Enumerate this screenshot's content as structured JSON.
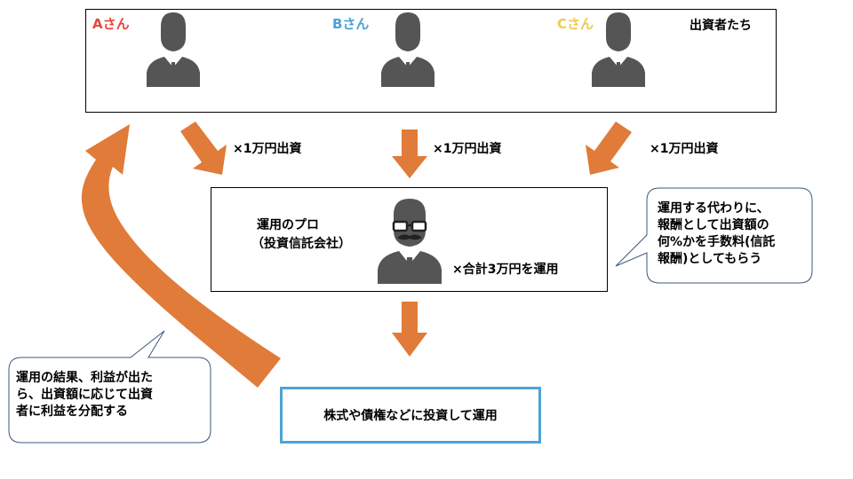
{
  "investors": {
    "group_label": "出資者たち",
    "people": [
      {
        "name": "Aさん",
        "color": "#e8473a"
      },
      {
        "name": "Bさん",
        "color": "#4da3d6"
      },
      {
        "name": "Cさん",
        "color": "#f2c94c"
      }
    ]
  },
  "contributions": {
    "label": "×1万円出資"
  },
  "pro": {
    "title_line1": "運用のプロ",
    "title_line2": "（投資信託会社）",
    "total_label": "×合計3万円を運用"
  },
  "fee_callout": {
    "lines": [
      "運用する代わりに、",
      "報酬として出資額の",
      "何%かを手数料(信託",
      "報酬)としてもらう"
    ]
  },
  "profit_callout": {
    "lines": [
      "運用の結果、利益が出た",
      "ら、出資額に応じて出資",
      "者に利益を分配する"
    ]
  },
  "investment": {
    "label": "株式や債権などに投資して運用"
  },
  "colors": {
    "arrow": "#e07b39",
    "investment_border": "#4da3d6",
    "callout_border": "#3b5a7a",
    "icon": "#555555"
  }
}
